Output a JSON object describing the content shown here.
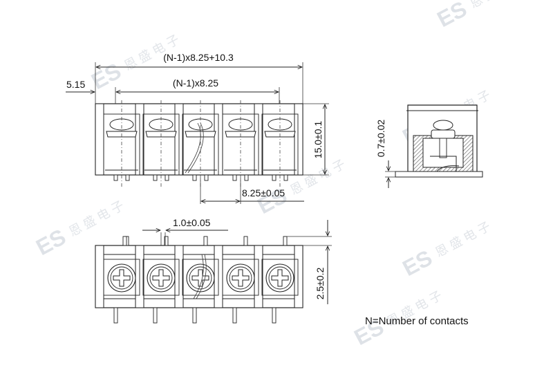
{
  "watermark": {
    "logo": "ES",
    "text": "恩 盛 电 子"
  },
  "dimensions": {
    "overall_length": "(N-1)x8.25+10.3",
    "pitch_total": "(N-1)x8.25",
    "end_offset": "5.15",
    "height": "15.0±0.1",
    "pitch": "8.25±0.05",
    "pin_width": "1.0±0.05",
    "pin_length": "2.5±0.2",
    "side_offset": "0.7±0.02"
  },
  "note": "N=Number of contacts"
}
